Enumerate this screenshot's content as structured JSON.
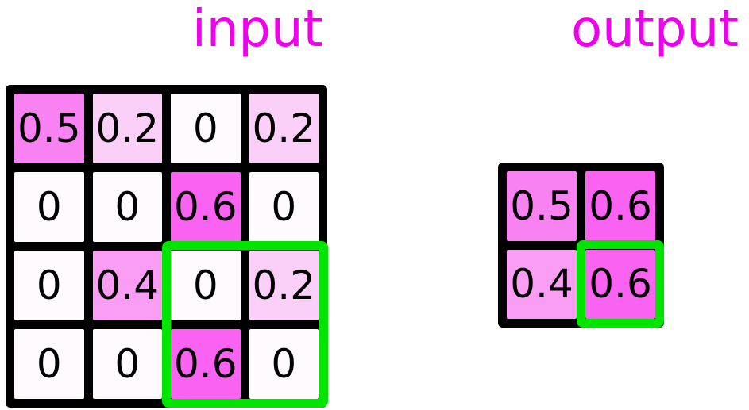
{
  "titles": {
    "input": "input",
    "output": "output"
  },
  "colors": {
    "title_text": "#ee00ee",
    "grid_border": "#000000",
    "cell_text": "#000000",
    "highlight_green": "#00e400",
    "value_fill": {
      "0": "#fefafe",
      "0.2": "#fbd0f8",
      "0.4": "#fa9df4",
      "0.5": "#f982f3",
      "0.6": "#fa63f1"
    }
  },
  "input_grid": {
    "rows": [
      [
        "0.5",
        "0.2",
        "0",
        "0.2"
      ],
      [
        "0",
        "0",
        "0.6",
        "0"
      ],
      [
        "0",
        "0.4",
        "0",
        "0.2"
      ],
      [
        "0",
        "0",
        "0.6",
        "0"
      ]
    ]
  },
  "output_grid": {
    "rows": [
      [
        "0.5",
        "0.6"
      ],
      [
        "0.4",
        "0.6"
      ]
    ]
  },
  "highlight": {
    "input_window": {
      "rows": [
        3,
        4
      ],
      "cols": [
        3,
        4
      ]
    },
    "output_cell": {
      "row": 2,
      "col": 2
    }
  }
}
